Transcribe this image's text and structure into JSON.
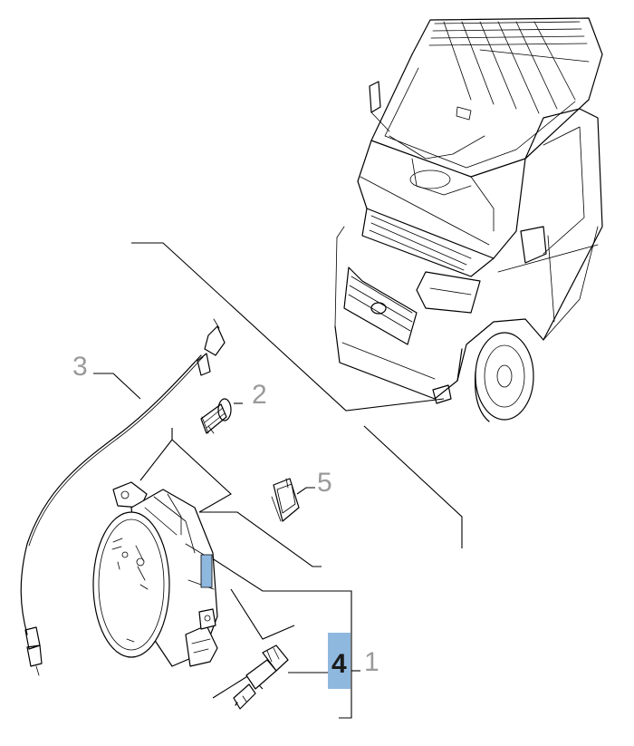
{
  "callouts": {
    "c1": "1",
    "c2": "2",
    "c3": "3",
    "c4": "4",
    "c5": "5"
  },
  "highlight_color": "#8fb8de",
  "callout_color": "#9a9a9a"
}
